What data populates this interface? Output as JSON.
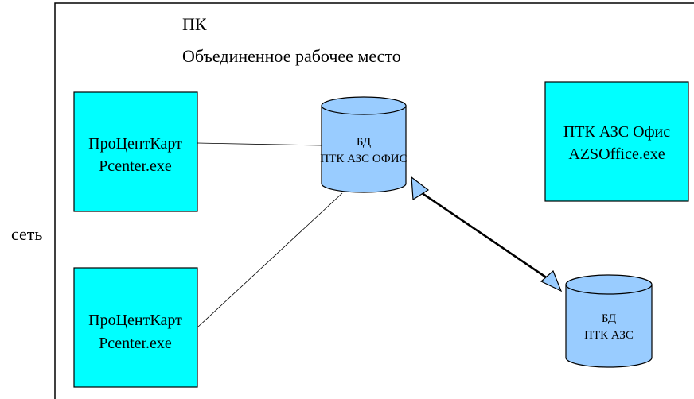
{
  "container": {
    "title_line1": "ПК",
    "title_line2": "Объединенное рабочее место"
  },
  "network_label": "сеть",
  "boxes": {
    "procenter_top": {
      "line1": "ПроЦентКарт",
      "line2": "Pcenter.exe"
    },
    "procenter_bottom": {
      "line1": "ПроЦентКарт",
      "line2": "Pcenter.exe"
    },
    "azs_office": {
      "line1": "ПТК АЗС Офис",
      "line2": "AZSOffice.exe"
    }
  },
  "databases": {
    "office_db": {
      "line1": "БД",
      "line2": "ПТК АЗС ОФИС"
    },
    "azs_db": {
      "line1": "БД",
      "line2": "ПТК АЗС"
    }
  },
  "colors": {
    "box_fill": "#00ffff",
    "db_fill": "#99ccff",
    "stroke": "#000000"
  }
}
